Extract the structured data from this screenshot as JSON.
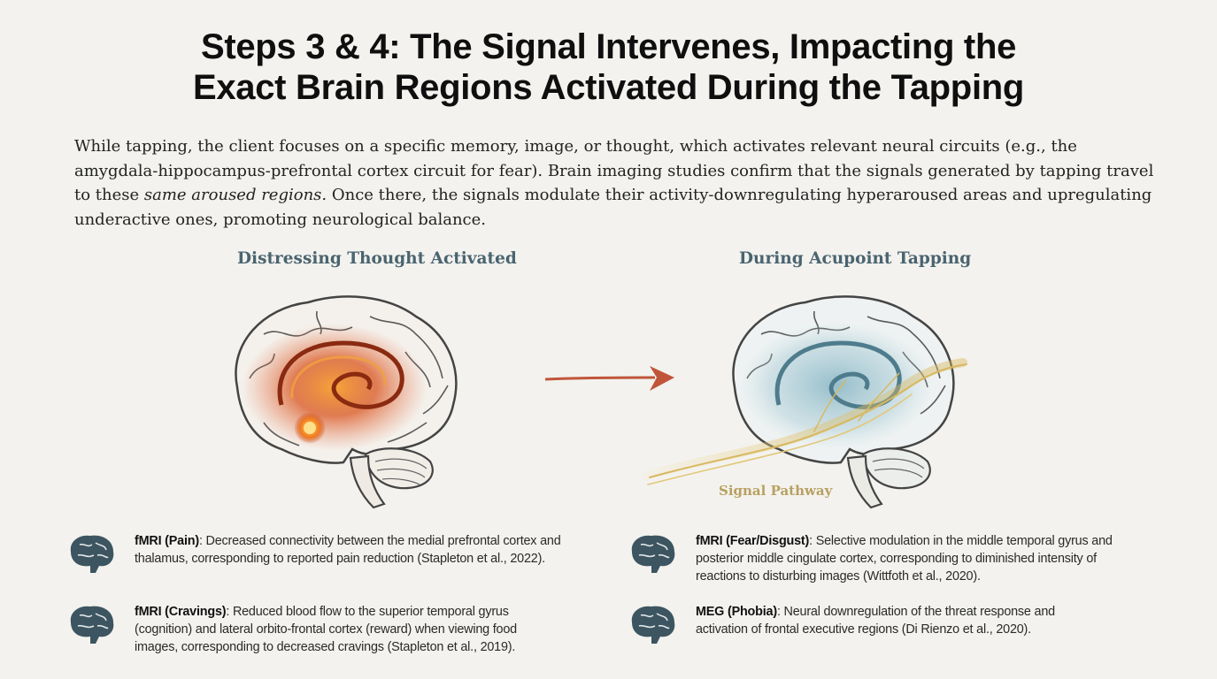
{
  "title": {
    "line1": "Steps 3 & 4: The Signal Intervenes, Impacting the",
    "line2": "Exact Brain Regions Activated During the Tapping"
  },
  "intro": {
    "part1": "While tapping, the client focuses on a specific memory, image, or thought, which activates relevant neural circuits (e.g., the amygdala-hippocampus-prefrontal cortex circuit for fear). Brain imaging studies confirm that the signals generated by tapping travel to these ",
    "emphasis": "same aroused regions.",
    "part2": " Once there, the signals modulate their activity-downregulating hyperaroused areas and upregulating underactive ones, promoting neurological balance."
  },
  "panels": {
    "left_label": "Distressing Thought Activated",
    "right_label": "During Acupoint Tapping",
    "signal_label": "Signal Pathway"
  },
  "findings": [
    {
      "icon": "brain-icon",
      "label": "fMRI (Pain)",
      "text": ": Decreased connectivity between the medial prefrontal cortex and thalamus, corresponding to reported pain reduction (Stapleton et al., 2022)."
    },
    {
      "icon": "brain-icon",
      "label": "fMRI (Cravings)",
      "text": ": Reduced blood flow to the superior temporal gyrus (cognition) and lateral orbito-frontal cortex (reward) when viewing food images, corresponding to decreased cravings (Stapleton et al., 2019)."
    },
    {
      "icon": "brain-icon",
      "label": "fMRI (Fear/Disgust)",
      "text": ": Selective modulation in the middle temporal gyrus and posterior middle cingulate cortex, corresponding to diminished intensity of reactions to disturbing images (Wittfoth et al., 2020)."
    },
    {
      "icon": "brain-icon",
      "label": "MEG (Phobia)",
      "text": ": Neural downregulation of the threat response and activation of frontal executive regions (Di Rienzo et al., 2020)."
    }
  ],
  "colors": {
    "label": "#4a6470",
    "arrow": "#c0553a",
    "activation": "#d9541e",
    "calm": "#8fb8c4",
    "signal": "#d8b860",
    "icon": "#3d5560"
  }
}
